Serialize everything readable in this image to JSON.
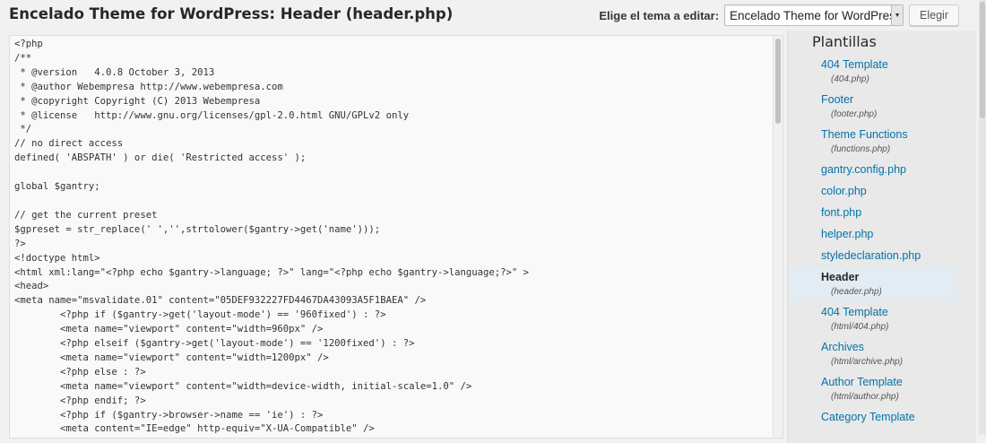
{
  "header": {
    "title": "Encelado Theme for WordPress: Header (header.php)",
    "select_label": "Elige el tema a editar:",
    "selected_theme": "Encelado Theme for WordPress",
    "submit_label": "Elegir"
  },
  "editor": {
    "code": "<?php\n/**\n * @version   4.0.8 October 3, 2013\n * @author Webempresa http://www.webempresa.com\n * @copyright Copyright (C) 2013 Webempresa\n * @license   http://www.gnu.org/licenses/gpl-2.0.html GNU/GPLv2 only\n */\n// no direct access\ndefined( 'ABSPATH' ) or die( 'Restricted access' );\n\nglobal $gantry;\n\n// get the current preset\n$gpreset = str_replace(' ','',strtolower($gantry->get('name')));\n?>\n<!doctype html>\n<html xml:lang=\"<?php echo $gantry->language; ?>\" lang=\"<?php echo $gantry->language;?>\" >\n<head>\n<meta name=\"msvalidate.01\" content=\"05DEF932227FD4467DA43093A5F1BAEA\" />\n        <?php if ($gantry->get('layout-mode') == '960fixed') : ?>\n        <meta name=\"viewport\" content=\"width=960px\" />\n        <?php elseif ($gantry->get('layout-mode') == '1200fixed') : ?>\n        <meta name=\"viewport\" content=\"width=1200px\" />\n        <?php else : ?>\n        <meta name=\"viewport\" content=\"width=device-width, initial-scale=1.0\" />\n        <?php endif; ?>\n        <?php if ($gantry->browser->name == 'ie') : ?>\n        <meta content=\"IE=edge\" http-equiv=\"X-UA-Compatible\" />"
  },
  "sidebar": {
    "title": "Plantillas",
    "files": [
      {
        "name": "404 Template",
        "path": "(404.php)"
      },
      {
        "name": "Footer",
        "path": "(footer.php)"
      },
      {
        "name": "Theme Functions",
        "path": "(functions.php)"
      },
      {
        "name": "gantry.config.php",
        "path": ""
      },
      {
        "name": "color.php",
        "path": ""
      },
      {
        "name": "font.php",
        "path": ""
      },
      {
        "name": "helper.php",
        "path": ""
      },
      {
        "name": "styledeclaration.php",
        "path": ""
      },
      {
        "name": "Header",
        "path": "(header.php)",
        "current": true
      },
      {
        "name": "404 Template",
        "path": "(html/404.php)"
      },
      {
        "name": "Archives",
        "path": "(html/archive.php)"
      },
      {
        "name": "Author Template",
        "path": "(html/author.php)"
      },
      {
        "name": "Category Template",
        "path": ""
      }
    ]
  },
  "colors": {
    "link": "#0073aa",
    "current_bg": "#e4ecf3",
    "page_bg": "#f1f1f1"
  }
}
